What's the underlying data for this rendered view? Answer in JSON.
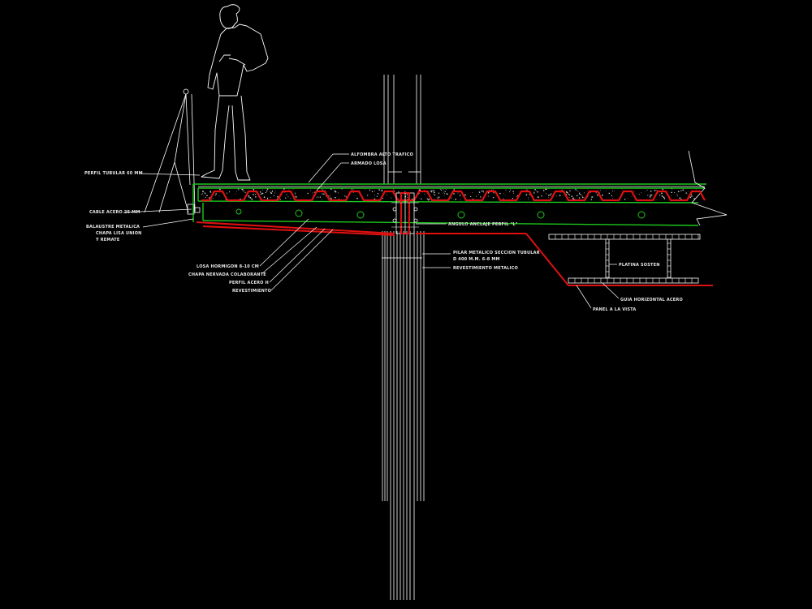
{
  "colors": {
    "background": "#000000",
    "lines": "#ffffff",
    "slab_outline": "#1ec81e",
    "deck_and_section": "#e01010",
    "fill_dots": "#cfcfcf"
  },
  "labels": {
    "perfil_tubular": "PERFIL TUBULAR 60 MM",
    "cable_acero": "CABLE ACERO 25 MM",
    "balaustre": "BALAUSTRE METALICA",
    "chapa_lisa": "CHAPA LISA UNION",
    "y_remate": "Y REMATE",
    "alfombra": "ALFOMBRA ALTO TRAFICO",
    "armado_losa": "ARMADO LOSA",
    "angulo_anclaje": "ANGULO ANCLAJE PERFIL \"L\"",
    "losa_hormigon": "LOSA HORMIGON 8-10 CM",
    "chapa_nervada": "CHAPA NERVADA COLABORANTE",
    "perfil_acero": "PERFIL ACERO H",
    "revestimiento_left": "REVESTIMIENTO",
    "pilar_metalico": "PILAR METALICO SECCION TUBULAR",
    "pilar_dims": "D 400 M.M. 6-8 MM",
    "revestimiento_metalico": "REVESTIMIENTO METALICO",
    "platina_sostien": "PLATINA SOSTEN",
    "guia_horizontal": "GUIA HORIZONTAL ACERO",
    "panel_vista": "PANEL A LA VISTA"
  }
}
